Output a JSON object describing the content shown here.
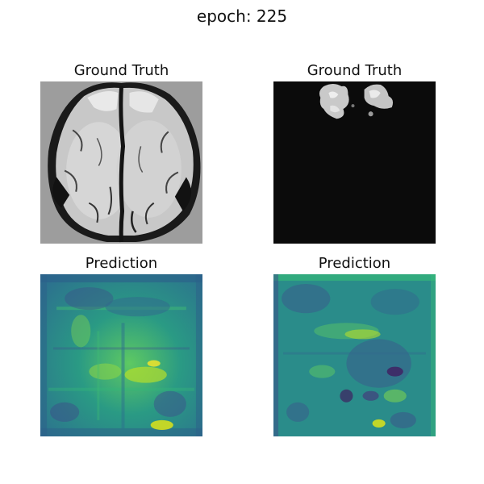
{
  "figure": {
    "title": "epoch: 225",
    "panels": [
      {
        "title": "Ground Truth",
        "image": "brain-mri-axial-slice"
      },
      {
        "title": "Ground Truth",
        "image": "segmentation-mask"
      },
      {
        "title": "Prediction",
        "image": "predicted-image-viridis"
      },
      {
        "title": "Prediction",
        "image": "predicted-mask-viridis"
      }
    ]
  },
  "colors": {
    "mri_background": "#9a9a9a",
    "mask_background": "#0a0a0a",
    "viridis_teal": "#2a8a8c",
    "viridis_yellow": "#d8e219",
    "viridis_purple": "#3b2a7a"
  }
}
